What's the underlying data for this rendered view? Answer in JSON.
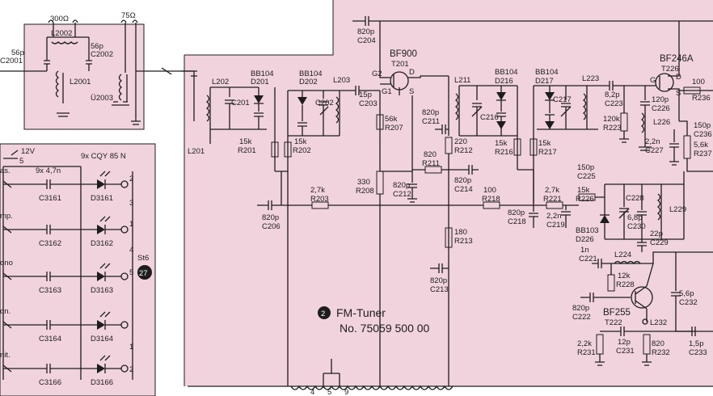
{
  "colors": {
    "board_fill": "#f1d3dd",
    "ink": "#1d1d1d",
    "paper": "#ffffff"
  },
  "module": {
    "number": "2",
    "name": "FM-Tuner",
    "part_no": "No. 75059 500 00"
  },
  "connector_right": {
    "number": "27",
    "name": "St6"
  },
  "top_labels": {
    "ohm300": "300Ω",
    "ohm75": "75Ω",
    "c204_val": "820p",
    "c204": "C204",
    "l2002": "L2002",
    "c2001_val": "56p",
    "c2001": "C2001",
    "c2002_val": "56p",
    "c2002": "C2002",
    "l2001": "L2001",
    "u2003": "Ü2003"
  },
  "ic_labels": {
    "bf900": "BF900",
    "t201": "T201",
    "g2": "G2",
    "g1": "G1",
    "d": "D",
    "s": "S",
    "bf246a": "BF246A",
    "t226": "T226",
    "g": "G",
    "bf255": "BF255",
    "t222": "T222"
  },
  "rf_labels": {
    "bb104_201": "BB104",
    "d201": "D201",
    "bb104_202": "BB104",
    "d202": "D202",
    "l202": "L202",
    "c201": "C201",
    "c202": "C202",
    "l203": "L203",
    "c203_val": "15p",
    "c203": "C203",
    "l201": "L201",
    "r201_val": "15k",
    "r201": "R201",
    "r202_val": "15k",
    "r202": "R202",
    "r207_val": "56k",
    "r207": "R207",
    "r208_val": "330",
    "r208": "R208",
    "c212_val": "820p",
    "c212": "C212",
    "r203_val": "2,7k",
    "r203": "R203",
    "c206_val": "820p",
    "c206": "C206",
    "c211_val": "820p",
    "c211": "C211",
    "r211_val": "820",
    "r211": "R211",
    "r212_val": "220",
    "r212": "R212",
    "c214_val": "820p",
    "c214": "C214",
    "l211": "L211",
    "bb104_216": "BB104",
    "d216": "D216",
    "c216": "C216",
    "r216_val": "15k",
    "r216": "R216",
    "bb104_217": "BB104",
    "d217": "D217",
    "c217": "C217",
    "l223": "L223",
    "r217_val": "15k",
    "r217": "R217",
    "r218_val": "100",
    "r218": "R218",
    "c218_val": "820p",
    "c218": "C218",
    "r221_val": "2,7k",
    "r221": "R221",
    "c219_val": "2,2n",
    "c219": "C219",
    "r213_val": "180",
    "r213": "R213",
    "c213_val": "820p",
    "c213": "C213",
    "c223_val": "8,2p",
    "c223": "C223",
    "r223_val": "120k",
    "r223": "R223",
    "c226_val": "120p",
    "c226": "C226",
    "l226": "L226",
    "c227_val": "2,2n",
    "c227": "C227",
    "r236_val": "100",
    "r236": "R236",
    "c236_val": "150p",
    "c236": "C236",
    "r237_val": "5,6k",
    "r237": "R237",
    "c225_val": "150p",
    "c225": "C225",
    "r226_val": "15k",
    "r226": "R226",
    "c228": "C228",
    "c230_val": "6,8p",
    "c230": "C230",
    "l229": "L229",
    "bb103": "BB103",
    "d226": "D226",
    "c229_val": "22p",
    "c229": "C229",
    "c221_val": "1n",
    "c221": "C221",
    "l224": "L224",
    "r228_val": "12k",
    "r228": "R228",
    "c222_val": "820p",
    "c222": "C222",
    "c232_val": "5,6p",
    "c232": "C232",
    "l232": "L232",
    "r231_val": "2,2k",
    "r231": "R231",
    "c231_val": "12p",
    "c231": "C231",
    "r232_val": "820",
    "r232": "R232",
    "c233_val": "1,5p",
    "c233": "C233"
  },
  "left_panel": {
    "v12": "12V",
    "v5": "5",
    "c_header": "9x 4,7n",
    "d_header": "9x CQY 85 N",
    "caps": [
      "C3161",
      "C3162",
      "C3163",
      "C3164",
      "C3166"
    ],
    "leds": [
      "D3161",
      "D3162",
      "D3163",
      "D3164",
      "D3166"
    ],
    "pins": [
      "2",
      "3",
      "1",
      "4",
      "5",
      "1",
      "2"
    ],
    "side": [
      "as.",
      "mp.",
      "ono",
      "dn.",
      "nit."
    ]
  },
  "bottom_pins": [
    "4",
    "5",
    "9"
  ]
}
